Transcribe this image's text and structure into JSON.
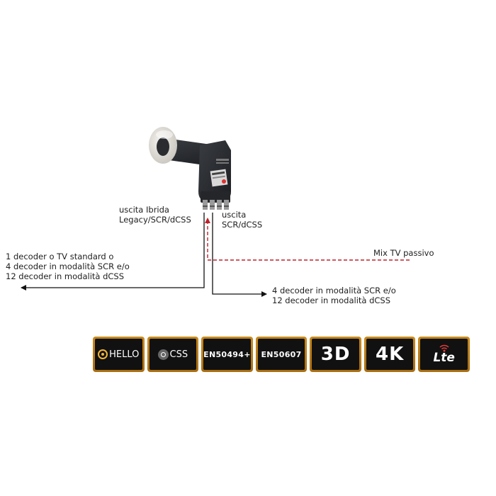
{
  "labels": {
    "hybrid_output": [
      "uscita Ibrida",
      "Legacy/SCR/dCSS"
    ],
    "scr_output": [
      "uscita",
      "SCR/dCSS"
    ],
    "mix_tv": "Mix TV passivo",
    "left_targets": [
      "1 decoder o TV standard o",
      "4 decoder in modalità SCR e/o",
      "12 decoder in modalità dCSS"
    ],
    "right_targets": [
      "4 decoder in modalità SCR e/o",
      "12 decoder in modalità dCSS"
    ]
  },
  "badges": [
    {
      "icon": "dhello-icon",
      "text": "HELLO"
    },
    {
      "icon": "dcss-icon",
      "text": "CSS"
    },
    {
      "icon": "",
      "text": "EN50494+"
    },
    {
      "icon": "",
      "text": "EN50607"
    },
    {
      "icon": "",
      "text": "3D"
    },
    {
      "icon": "",
      "text": "4K"
    },
    {
      "icon": "lte-signal-icon",
      "text": "Lte"
    }
  ],
  "colors": {
    "badge_border": "#c98a1e",
    "badge_bg": "#111111",
    "passive_line": "#c0202a",
    "line": "#111111"
  }
}
